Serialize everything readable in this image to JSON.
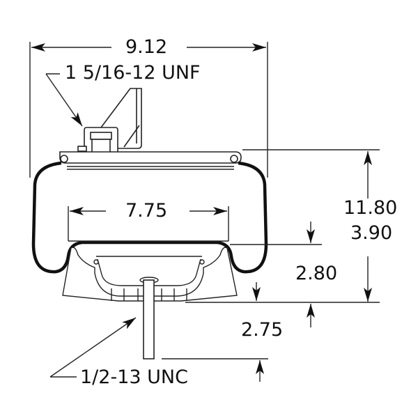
{
  "diagram": {
    "type": "air spring dimension drawing",
    "dimensions": {
      "overall_width": "9.12",
      "piston_width": "7.75",
      "max_height": "11.80",
      "min_height": "3.90",
      "piston_height": "2.80",
      "stud_length": "2.75"
    },
    "callouts": {
      "top_thread": "1 5/16-12 UNF",
      "bottom_thread": "1/2-13 UNC"
    },
    "colors": {
      "line": "#111111",
      "background": "#ffffff"
    }
  }
}
